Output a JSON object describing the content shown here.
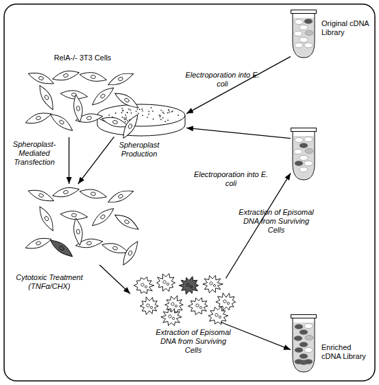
{
  "diagram": {
    "nodes": [
      {
        "text": [
          "Original cDNA Library"
        ]
      },
      {
        "text": []
      },
      {
        "text": [
          "RelA-/- 3T3 Cells"
        ]
      },
      {
        "text": []
      },
      {
        "text": []
      },
      {
        "text": []
      },
      {
        "text": [
          "Enriched cDNA Library"
        ]
      }
    ],
    "edges": [
      {
        "from": 0,
        "to": 1,
        "arrow": "to",
        "label": "Electroporation into E. coli"
      },
      {
        "from": 5,
        "to": 1,
        "arrow": "to",
        "label": "Electroporation into E. coli"
      },
      {
        "from": 2,
        "to": 3,
        "arrow": "to",
        "label": "Spheroplast-Mediated Transfection"
      },
      {
        "from": 1,
        "to": 3,
        "arrow": "to",
        "label": "Spheroplast Production"
      },
      {
        "from": 3,
        "to": 4,
        "arrow": "to",
        "label": "Cytotoxic Treatment (TNFα/CHX)"
      },
      {
        "from": 4,
        "to": 5,
        "arrow": "to",
        "label": "Extraction of Episomal DNA from Surviving Cells"
      },
      {
        "from": 4,
        "to": 6,
        "arrow": "to",
        "label": "Extraction of Episomal DNA from Surviving Cells"
      }
    ]
  }
}
